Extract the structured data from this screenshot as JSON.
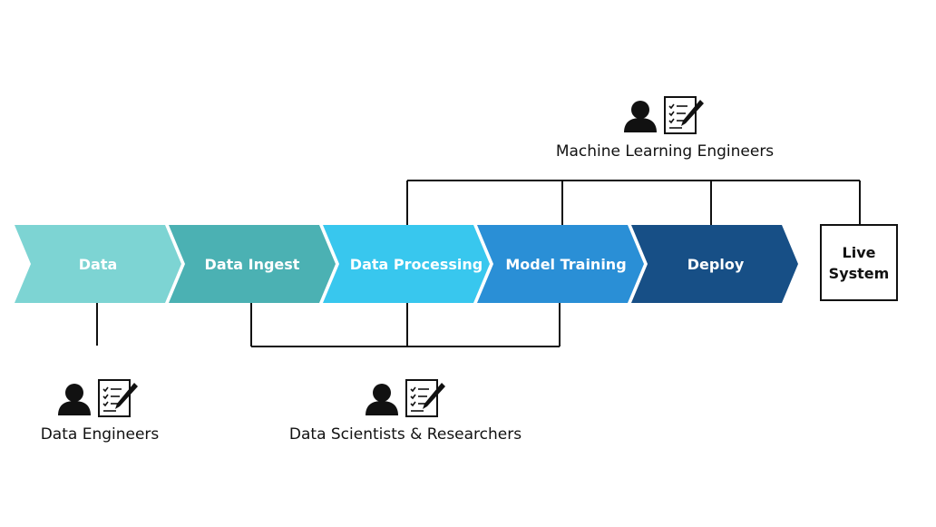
{
  "stages": [
    {
      "label": "Data",
      "color": "#7DD4D3"
    },
    {
      "label": "Data Ingest",
      "color": "#4BB1B3"
    },
    {
      "label": "Data Processing",
      "color": "#38C7EE"
    },
    {
      "label": "Model Training",
      "color": "#2A8FD6"
    },
    {
      "label": "Deploy",
      "color": "#174F86"
    }
  ],
  "live_system": {
    "line1": "Live",
    "line2": "System"
  },
  "roles": {
    "ml_engineers": "Machine Learning Engineers",
    "data_engineers": "Data Engineers",
    "data_scientists": "Data Scientists & Researchers"
  },
  "icons": [
    "person-icon",
    "checklist-pen-icon"
  ]
}
